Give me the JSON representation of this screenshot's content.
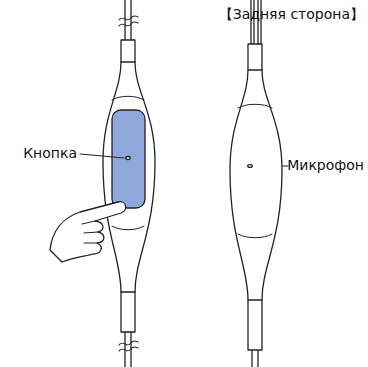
{
  "diagram": {
    "labels": [
      "【Задняя сторона】",
      "Кнопка",
      "Микрофон"
    ]
  }
}
